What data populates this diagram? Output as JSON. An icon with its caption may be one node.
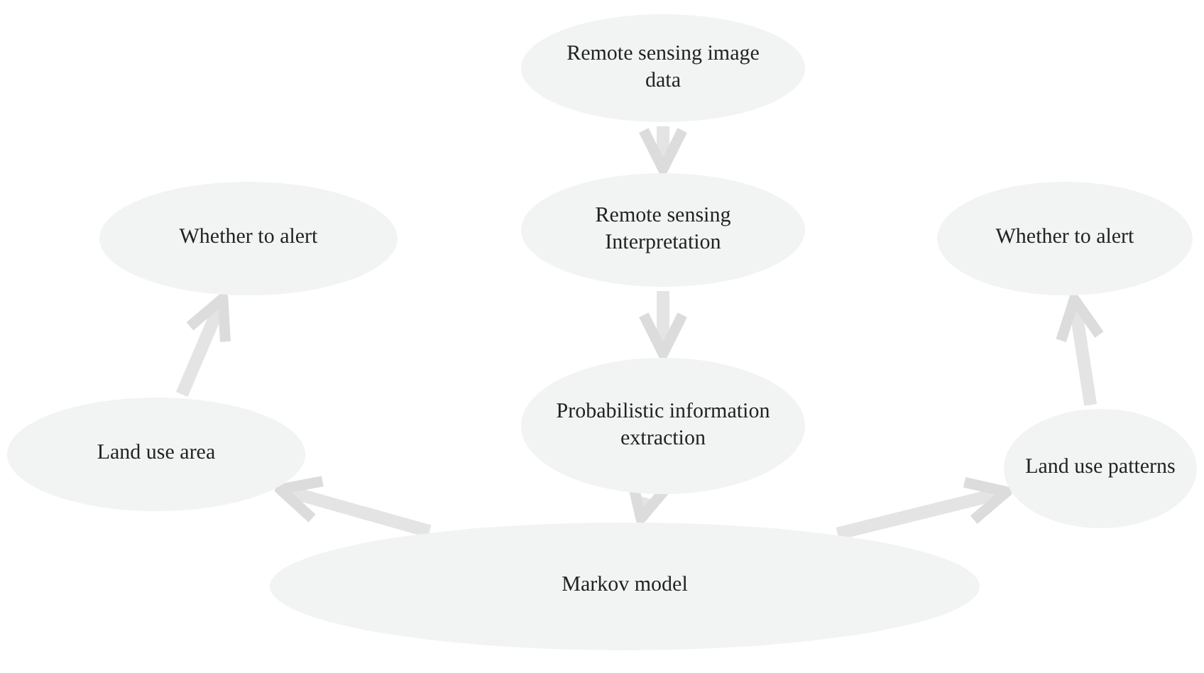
{
  "diagram": {
    "nodes": [
      {
        "text": [
          "Remote sensing image data"
        ]
      },
      {
        "text": [
          "Whether to alert"
        ]
      },
      {
        "text": [
          "Remote sensing Interpretation"
        ]
      },
      {
        "text": [
          "Whether to alert"
        ]
      },
      {
        "text": [
          "Land use area"
        ]
      },
      {
        "text": [
          "Probabilistic information extraction"
        ]
      },
      {
        "text": [
          "Land use patterns"
        ]
      },
      {
        "text": [
          "Markov model"
        ]
      }
    ],
    "edges": [
      {
        "from": 0,
        "to": 2,
        "arrow": "to"
      },
      {
        "from": 2,
        "to": 5,
        "arrow": "to"
      },
      {
        "from": 5,
        "to": 7,
        "arrow": "to"
      },
      {
        "from": 7,
        "to": 4,
        "arrow": "to"
      },
      {
        "from": 4,
        "to": 1,
        "arrow": "to"
      },
      {
        "from": 7,
        "to": 6,
        "arrow": "to"
      },
      {
        "from": 6,
        "to": 3,
        "arrow": "to"
      }
    ]
  }
}
